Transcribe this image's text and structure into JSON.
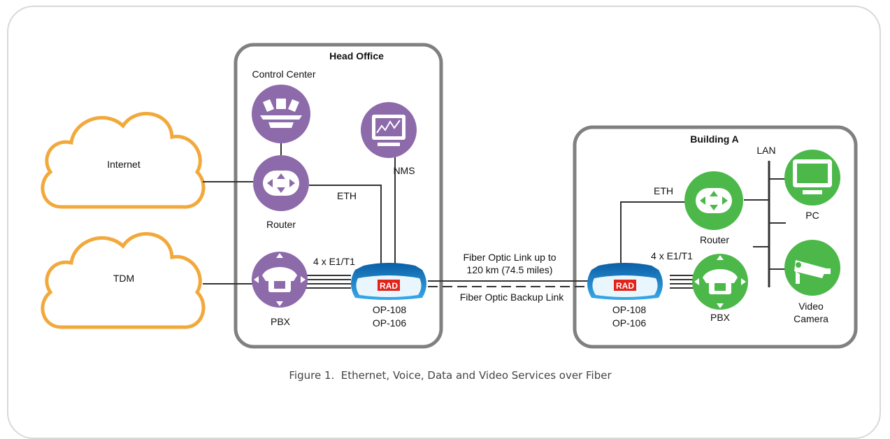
{
  "clouds": {
    "internet": "Internet",
    "tdm": "TDM"
  },
  "head_office": {
    "title": "Head Office",
    "control_center": "Control Center",
    "router": "Router",
    "pbx": "PBX",
    "nms": "NMS",
    "eth": "ETH",
    "e1t1": "4 x E1/T1",
    "device_line1": "OP-108",
    "device_line2": "OP-106",
    "logo": "RAD"
  },
  "links": {
    "fiber_line1": "Fiber Optic Link up to",
    "fiber_line2": "120 km (74.5 miles)",
    "backup": "Fiber Optic Backup Link"
  },
  "building_a": {
    "title": "Building A",
    "lan": "LAN",
    "eth": "ETH",
    "router": "Router",
    "e1t1": "4 x E1/T1",
    "pbx": "PBX",
    "pc": "PC",
    "camera_line1": "Video",
    "camera_line2": "Camera",
    "device_line1": "OP-108",
    "device_line2": "OP-106",
    "logo": "RAD"
  },
  "caption": "Figure 1.  Ethernet, Voice, Data and Video Services over Fiber",
  "colors": {
    "cloud": "#f2a93b",
    "purple": "#8d6aaa",
    "green": "#4cb84a",
    "blue": "#1e88c8",
    "box": "#808080",
    "logo_red": "#e2231a"
  }
}
